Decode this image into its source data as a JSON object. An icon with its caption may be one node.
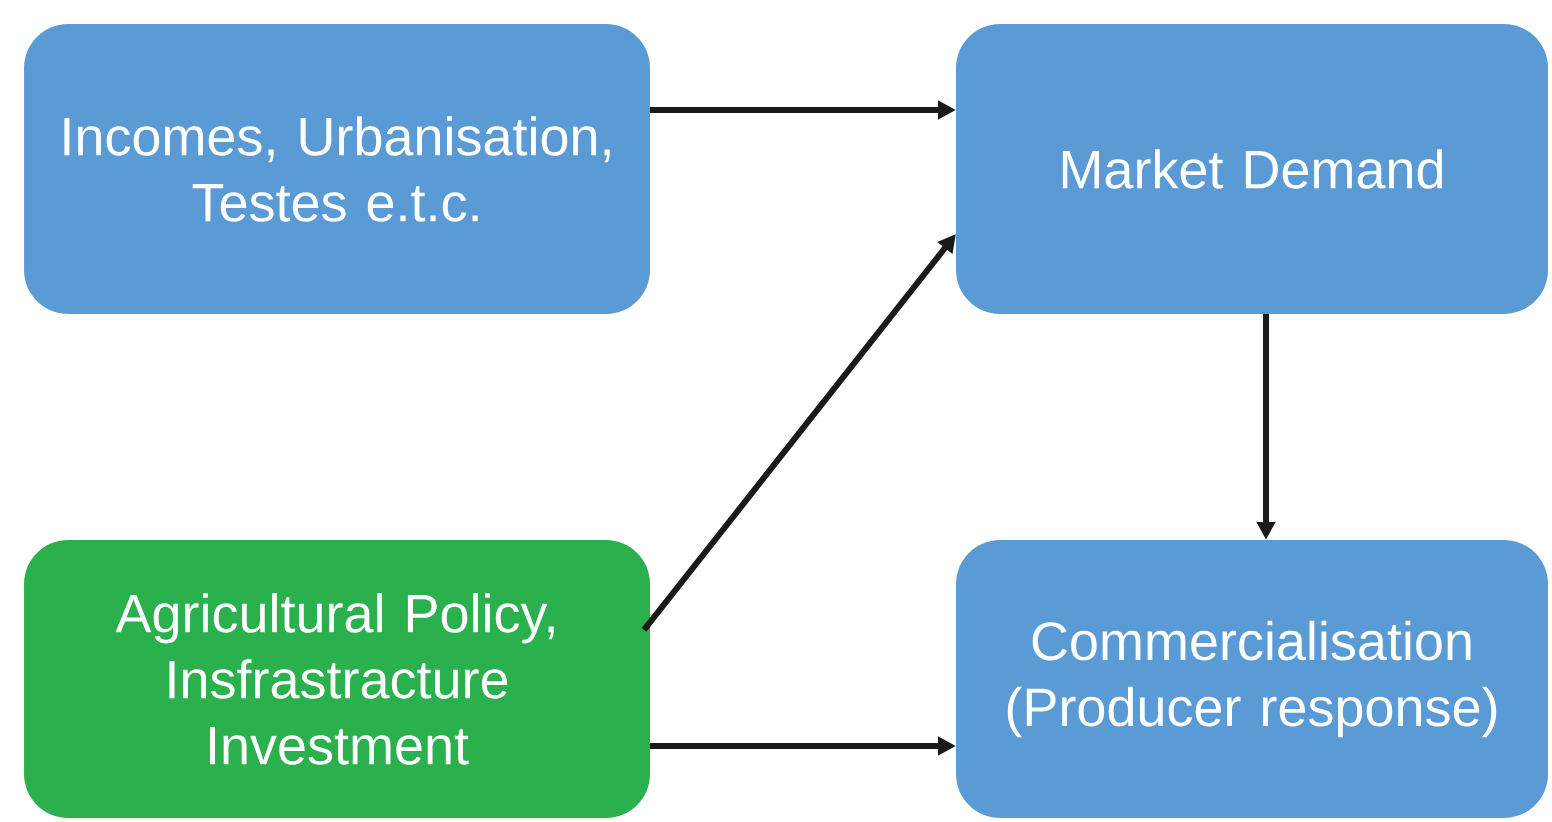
{
  "diagram": {
    "nodes": [
      {
        "text": [
          "Incomes, Urbanisation, Testes e.t.c."
        ]
      },
      {
        "text": [
          "Market Demand"
        ]
      },
      {
        "text": [
          "Agricultural Policy, Insfrastracture Investment"
        ]
      },
      {
        "text": [
          "Commercialisation (Producer response)"
        ]
      }
    ],
    "edges": [
      {
        "from": 0,
        "to": 1,
        "arrow": "to"
      },
      {
        "from": 2,
        "to": 1,
        "arrow": "to"
      },
      {
        "from": 1,
        "to": 3,
        "arrow": "to"
      },
      {
        "from": 2,
        "to": 3,
        "arrow": "to"
      }
    ]
  }
}
